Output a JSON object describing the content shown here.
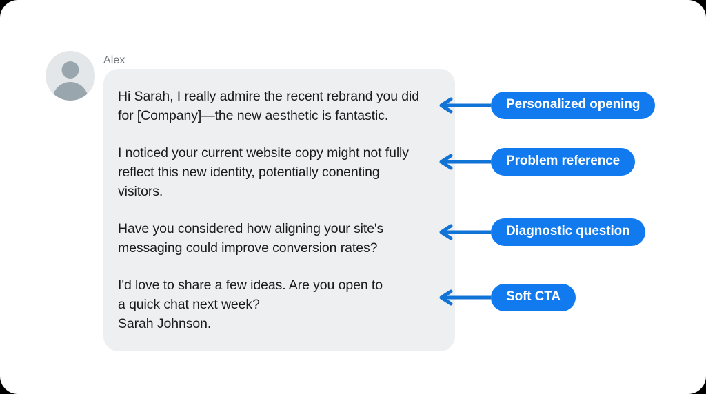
{
  "canvas": {
    "background_color": "#ffffff",
    "outer_background_color": "#000000"
  },
  "message": {
    "avatar_icon": "person-avatar-icon",
    "sender_name": "Alex",
    "bubble_color": "#edeff1",
    "paragraphs": [
      "Hi Sarah, I really admire the recent rebrand you did\nfor [Company]—the new aesthetic is fantastic.",
      "I noticed your current website copy might not fully\nreflect this new identity, potentially conenting\nvisitors.",
      "Have you considered how aligning your site's\nmessaging could improve conversion rates?",
      "I'd love to share a few ideas. Are you open to\na quick chat next week?\nSarah Johnson."
    ]
  },
  "annotations": {
    "accent_color": "#107aee",
    "arrow_color": "#1073d6",
    "items": [
      {
        "label": "Personalized opening",
        "arrow_icon": "arrow-left-icon"
      },
      {
        "label": "Problem reference",
        "arrow_icon": "arrow-left-icon"
      },
      {
        "label": "Diagnostic question",
        "arrow_icon": "arrow-left-icon"
      },
      {
        "label": "Soft CTA",
        "arrow_icon": "arrow-left-icon"
      }
    ]
  }
}
